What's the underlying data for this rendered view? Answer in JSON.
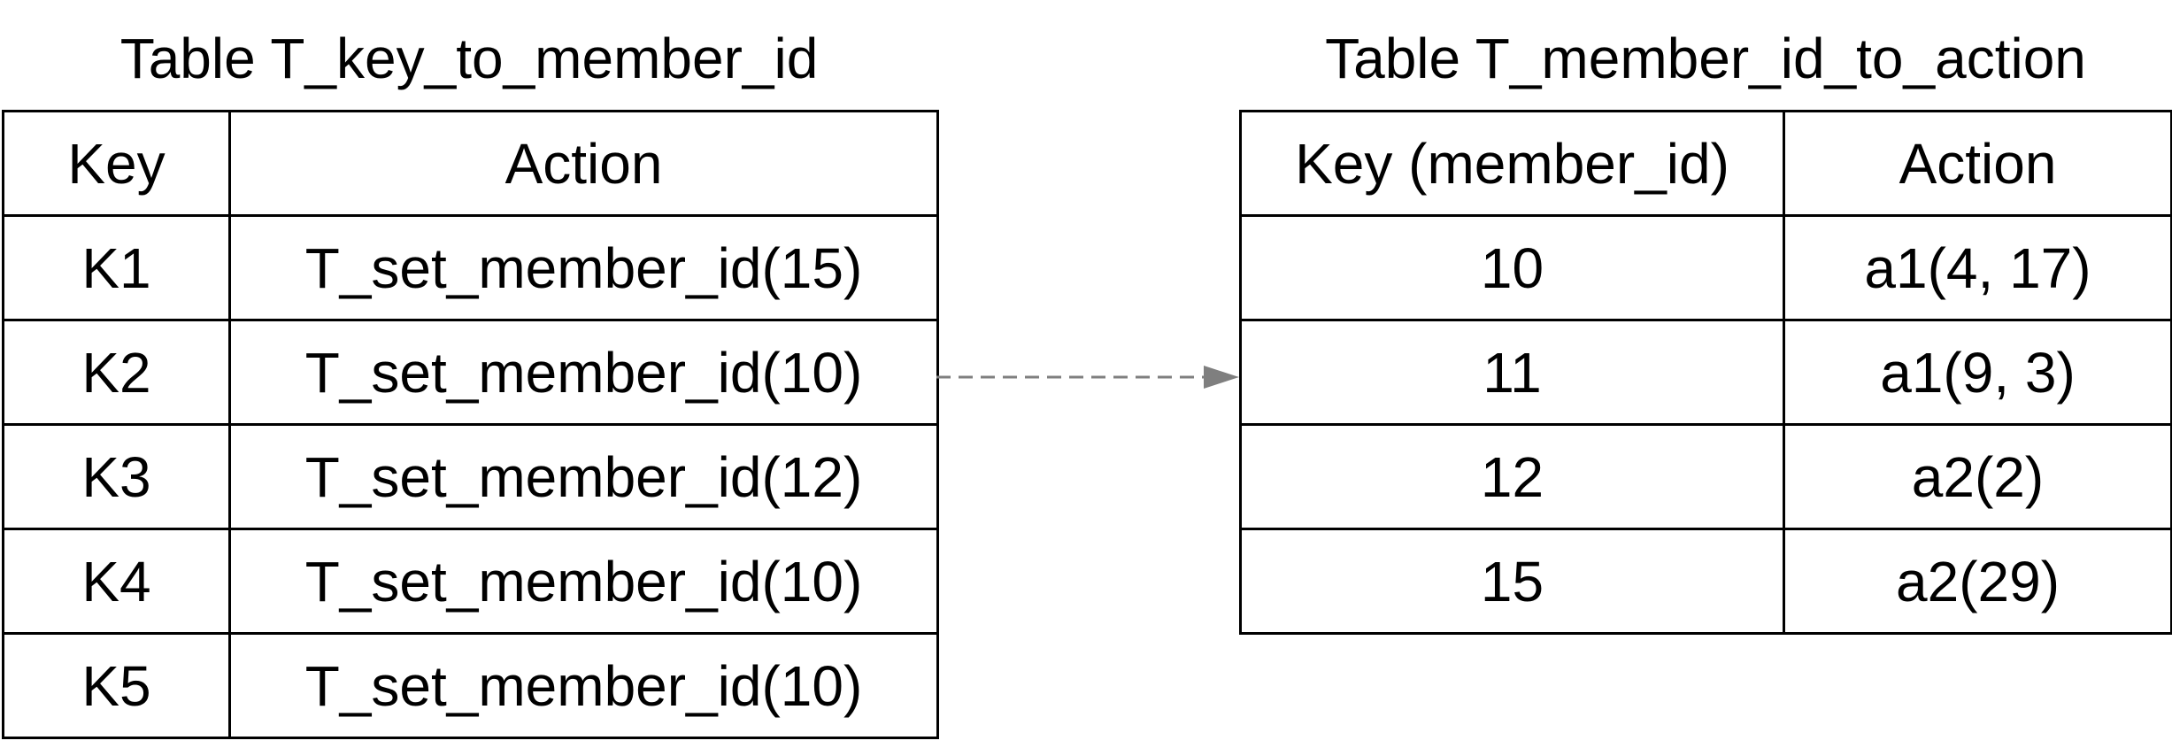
{
  "left_table": {
    "title": "Table T_key_to_member_id",
    "header": {
      "key": "Key",
      "action": "Action"
    },
    "rows": [
      {
        "key": "K1",
        "action": "T_set_member_id(15)"
      },
      {
        "key": "K2",
        "action": "T_set_member_id(10)"
      },
      {
        "key": "K3",
        "action": "T_set_member_id(12)"
      },
      {
        "key": "K4",
        "action": "T_set_member_id(10)"
      },
      {
        "key": "K5",
        "action": "T_set_member_id(10)"
      }
    ]
  },
  "right_table": {
    "title": "Table T_member_id_to_action",
    "header": {
      "key": "Key (member_id)",
      "action": "Action"
    },
    "rows": [
      {
        "key": "10",
        "action": "a1(4, 17)"
      },
      {
        "key": "11",
        "action": "a1(9, 3)"
      },
      {
        "key": "12",
        "action": "a2(2)"
      },
      {
        "key": "15",
        "action": "a2(29)"
      }
    ]
  },
  "connector": {
    "from_row": "K2",
    "to_row": "11",
    "style": "dashed",
    "color": "#7f7f7f"
  }
}
